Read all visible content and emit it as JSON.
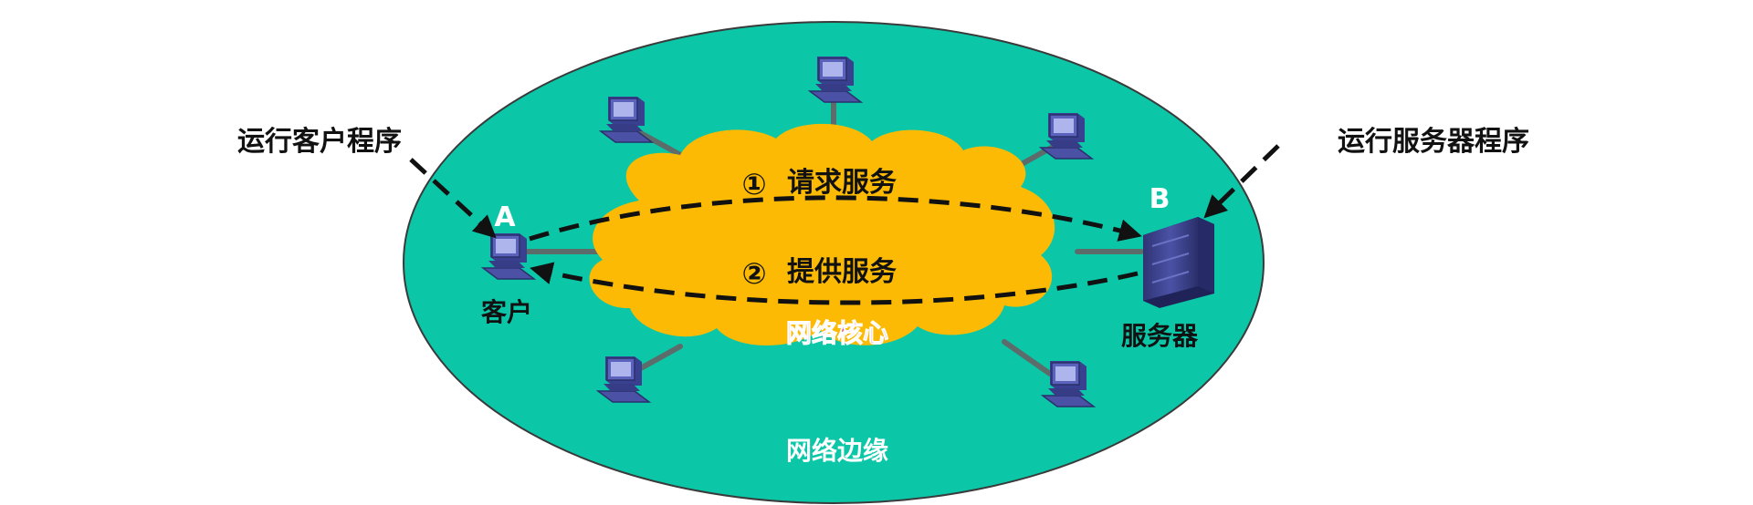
{
  "labels": {
    "client_program": "运行客户程序",
    "server_program": "运行服务器程序",
    "host_a": "A",
    "host_b": "B",
    "client": "客户",
    "server": "服务器",
    "request_num": "①",
    "request": "请求服务",
    "provide_num": "②",
    "provide": "提供服务",
    "network_core": "网络核心",
    "network_edge": "网络边缘"
  },
  "colors": {
    "edge": "#0bc7a8",
    "core": "#fcba04",
    "core_text": "#e04a86",
    "edge_text": "#ffffff",
    "host_letters": "#ffffff",
    "arrow": "#111111",
    "computer": "#4b52a6",
    "link": "#5c6c6a"
  }
}
